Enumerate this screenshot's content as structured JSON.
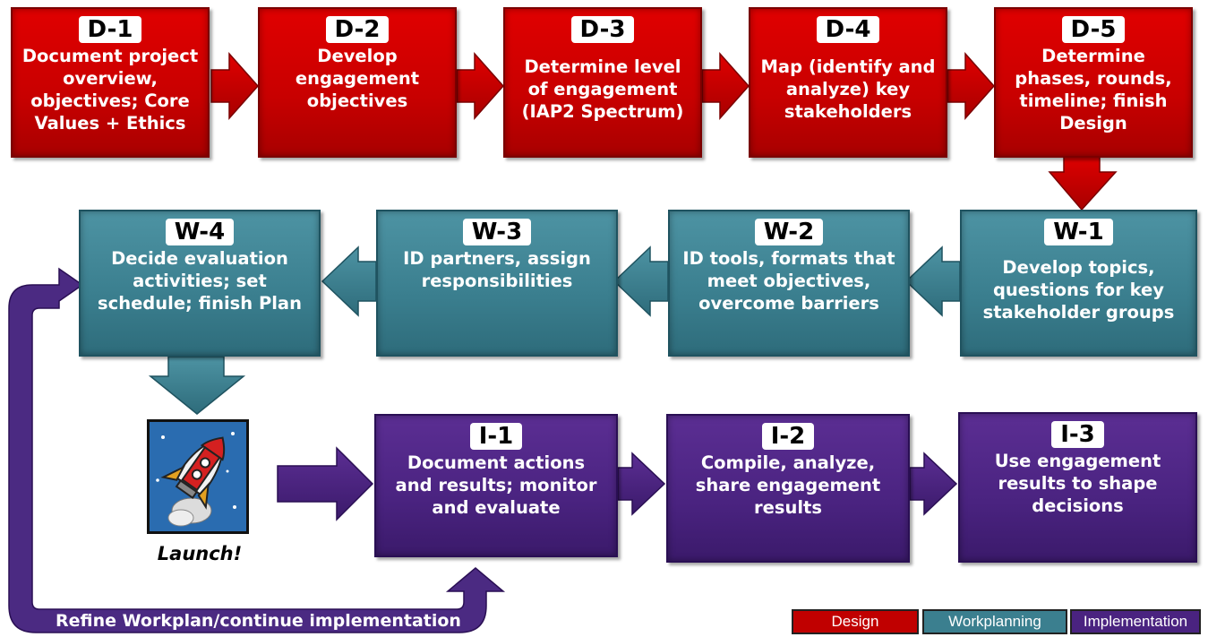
{
  "colors": {
    "design": "#c00000",
    "workplanning": "#3b7f8f",
    "implementation": "#4a2380",
    "loop": "#4b2a82"
  },
  "design": [
    {
      "id": "D-1",
      "text": [
        "Document project",
        "overview,",
        "objectives; Core",
        "Values + Ethics"
      ]
    },
    {
      "id": "D-2",
      "text": [
        "Develop",
        "engagement",
        "objectives"
      ]
    },
    {
      "id": "D-3",
      "text": [
        "Determine level",
        "of engagement",
        "(IAP2 Spectrum)"
      ]
    },
    {
      "id": "D-4",
      "text": [
        "Map (identify and",
        "analyze) key",
        "stakeholders"
      ]
    },
    {
      "id": "D-5",
      "text": [
        "Determine",
        "phases, rounds,",
        "timeline; finish",
        "Design"
      ]
    }
  ],
  "workplanning": [
    {
      "id": "W-4",
      "text": [
        "Decide evaluation",
        "activities; set",
        "schedule; finish Plan"
      ]
    },
    {
      "id": "W-3",
      "text": [
        "ID partners, assign",
        "responsibilities"
      ]
    },
    {
      "id": "W-2",
      "text": [
        "ID tools, formats that",
        "meet objectives,",
        "overcome barriers"
      ]
    },
    {
      "id": "W-1",
      "text": [
        "Develop topics,",
        "questions for key",
        "stakeholder groups"
      ]
    }
  ],
  "implementation": [
    {
      "id": "I-1",
      "text": [
        "Document actions",
        "and results; monitor",
        "and evaluate"
      ]
    },
    {
      "id": "I-2",
      "text": [
        "Compile, analyze,",
        "share engagement",
        "results"
      ]
    },
    {
      "id": "I-3",
      "text": [
        "Use engagement",
        "results to shape",
        "decisions"
      ]
    }
  ],
  "launch": {
    "label": "Launch!",
    "icon": "rocket-icon"
  },
  "loop_label": "Refine Workplan/continue implementation",
  "legend": [
    {
      "label": "Design",
      "color": "#c00000"
    },
    {
      "label": "Workplanning",
      "color": "#3b7f8f"
    },
    {
      "label": "Implementation",
      "color": "#4a2380"
    }
  ]
}
